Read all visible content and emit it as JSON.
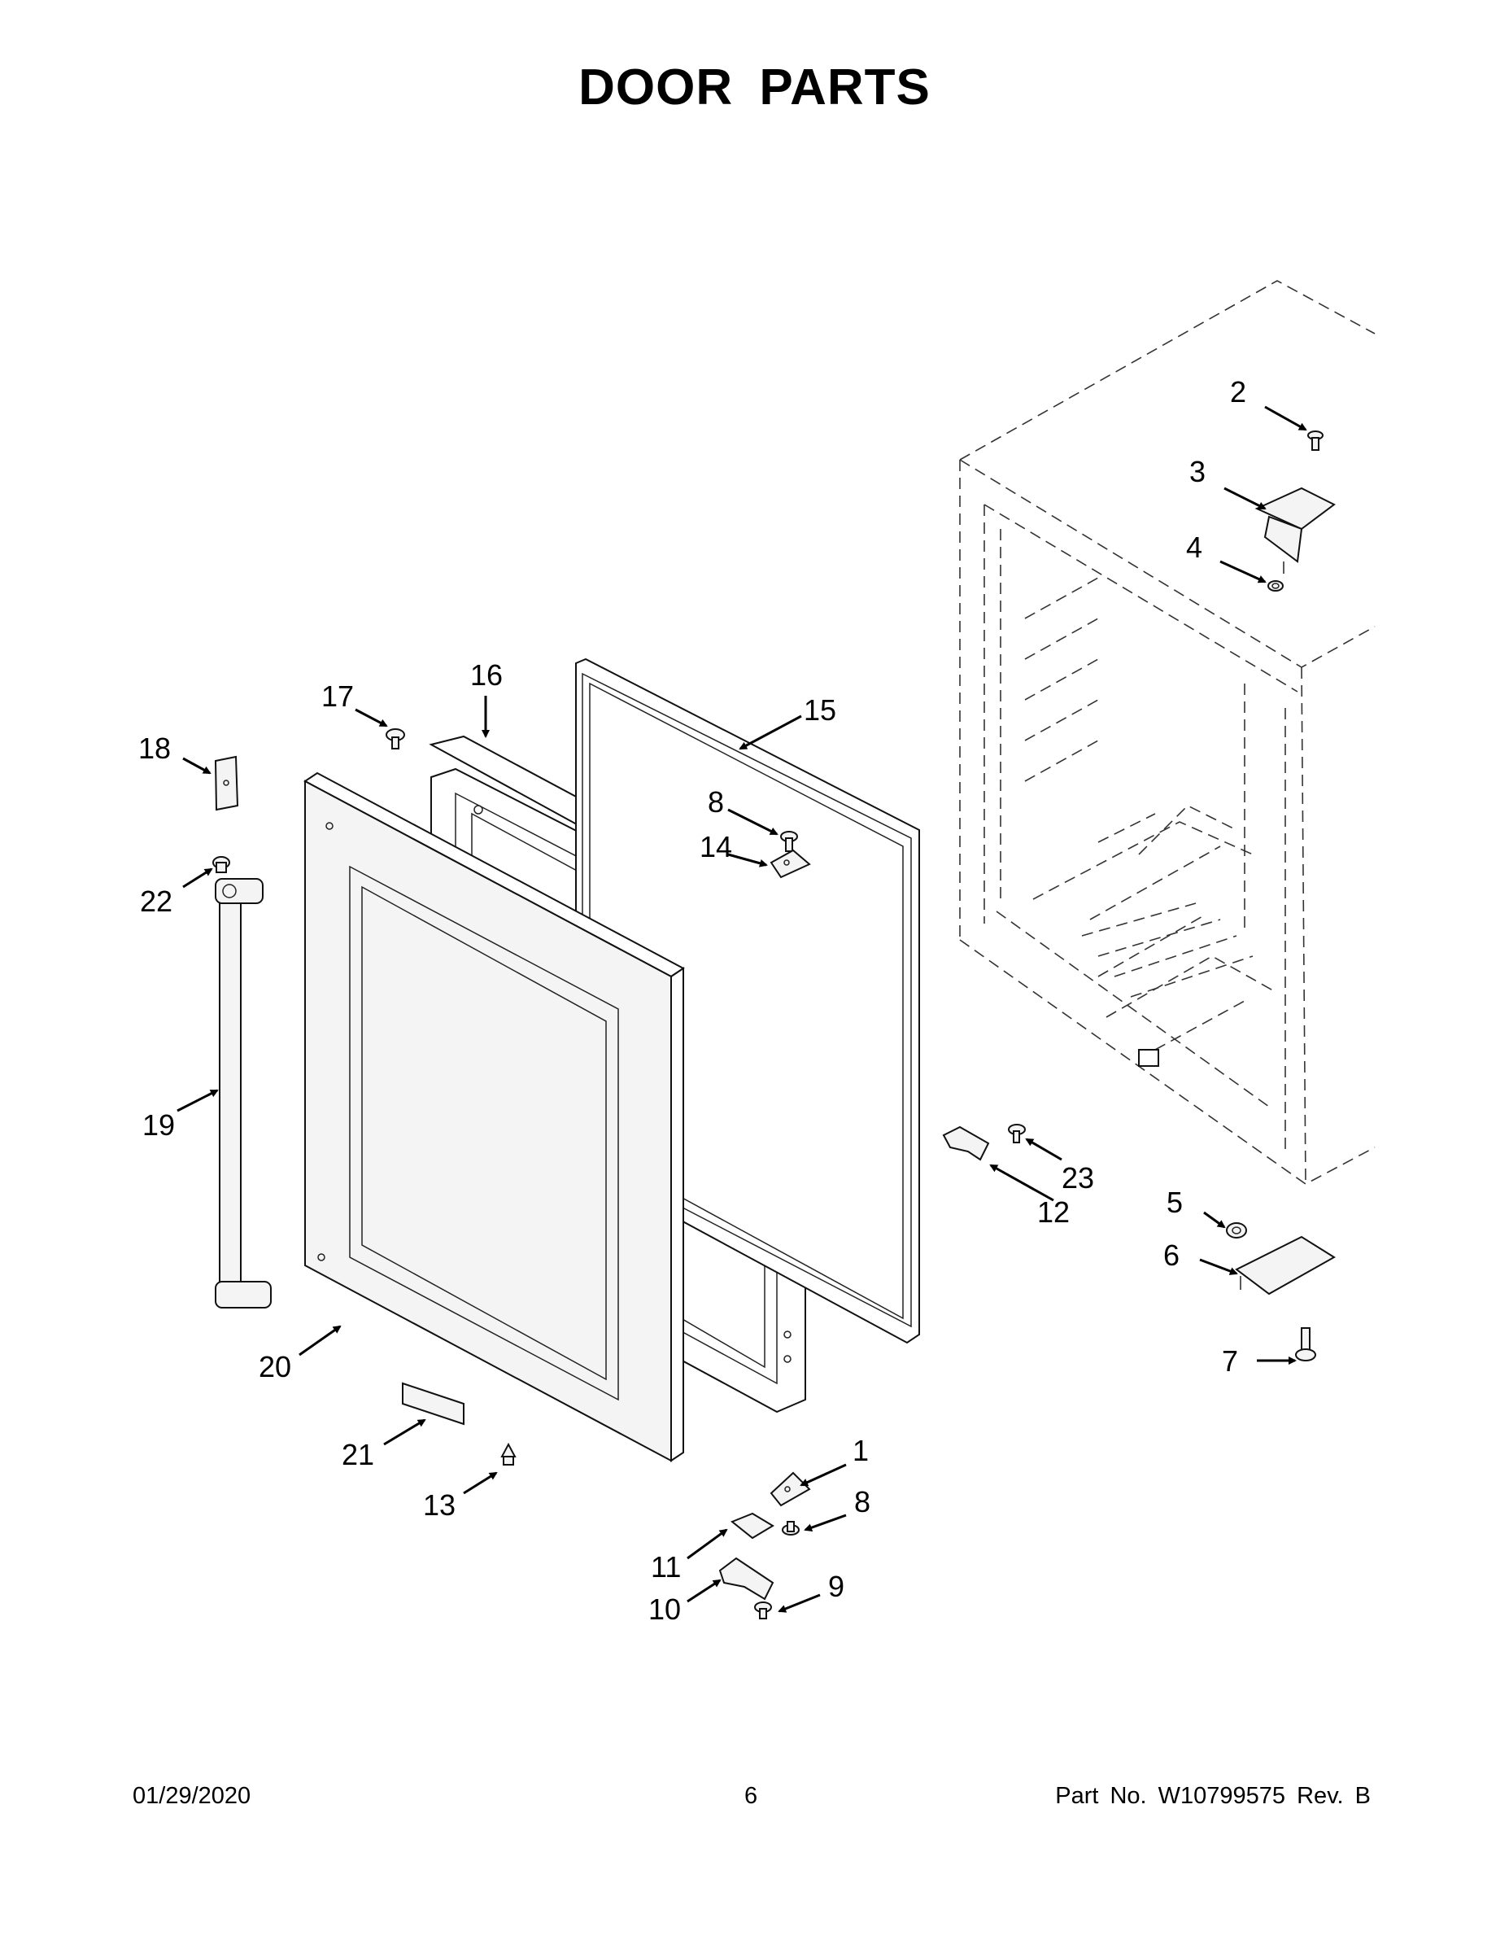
{
  "title": "DOOR PARTS",
  "footer": {
    "date": "01/29/2020",
    "page": "6",
    "part_number": "Part No.  W10799575  Rev.  B"
  },
  "callouts": [
    "1",
    "2",
    "3",
    "4",
    "5",
    "6",
    "7",
    "8",
    "8",
    "9",
    "10",
    "11",
    "12",
    "13",
    "14",
    "15",
    "16",
    "17",
    "18",
    "19",
    "20",
    "21",
    "22",
    "23"
  ]
}
